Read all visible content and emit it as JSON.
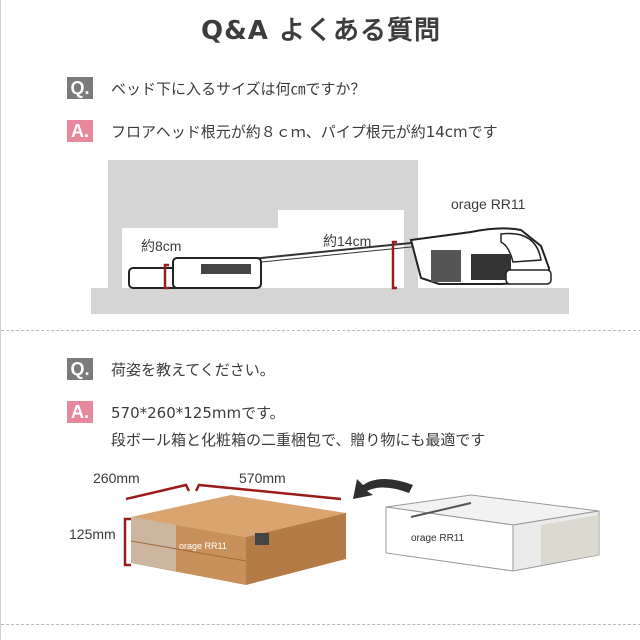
{
  "header": {
    "title": "Q&A よくある質問"
  },
  "qa1": {
    "q_mark": "Q.",
    "a_mark": "A.",
    "question": "ベッド下に入るサイズは何㎝ですか？",
    "answer": "フロアヘッド根元が約８ｃｍ、パイプ根元が約14cmです",
    "model_label": "orage RR11",
    "dim_head": "約8cm",
    "dim_pipe": "約14cm"
  },
  "qa2": {
    "q_mark": "Q.",
    "a_mark": "A.",
    "question": "荷姿を教えてください。",
    "answer_line1": "570*260*125mmです。",
    "answer_line2": "段ボール箱と化粧箱の二重梱包で、贈り物にも最適です",
    "dim_width": "260mm",
    "dim_length": "570mm",
    "dim_height": "125mm",
    "box_brand": "orage RR11"
  },
  "colors": {
    "q_badge": "#7b7b7b",
    "a_badge": "#e7879b",
    "dim_red": "#9b1b1b",
    "bed_gray": "#d5d5d5",
    "cardboard": "#c8915b"
  }
}
